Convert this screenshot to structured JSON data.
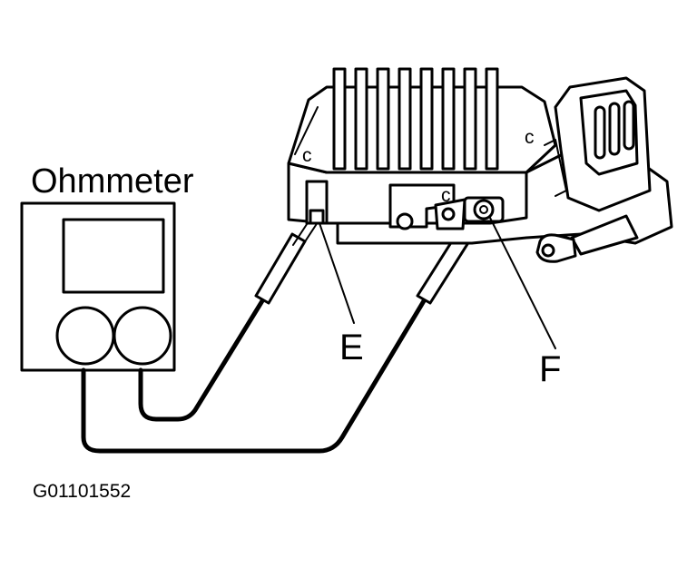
{
  "labels": {
    "meter": "Ohmmeter",
    "terminal_e": "E",
    "terminal_f": "F",
    "figure_code": "G01101552"
  },
  "colors": {
    "ink": "#000000",
    "paper": "#ffffff"
  }
}
